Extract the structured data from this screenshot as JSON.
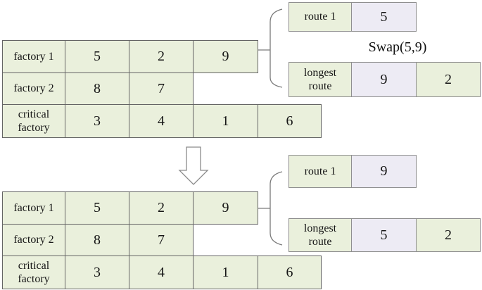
{
  "colors": {
    "cell_green": "#eaf0dc",
    "cell_lavender": "#edebf4",
    "table_border": "#646464",
    "route_box_border": "#8f8f8f",
    "connector_line": "#7a7a7a",
    "text": "#161616"
  },
  "before": {
    "table": {
      "rows": [
        {
          "label": "factory 1",
          "cells": [
            "5",
            "2",
            "9"
          ]
        },
        {
          "label": "factory 2",
          "cells": [
            "8",
            "7"
          ]
        },
        {
          "label": "critical factory",
          "cells": [
            "3",
            "4",
            "1",
            "6"
          ]
        }
      ]
    },
    "route1": {
      "label": "route 1",
      "value": "5"
    },
    "longest_route": {
      "label": "longest route",
      "value": "9",
      "second": "2"
    },
    "swap_label": "Swap(5,9)"
  },
  "after": {
    "table": {
      "rows": [
        {
          "label": "factory 1",
          "cells": [
            "5",
            "2",
            "9"
          ]
        },
        {
          "label": "factory 2",
          "cells": [
            "8",
            "7"
          ]
        },
        {
          "label": "critical factory",
          "cells": [
            "3",
            "4",
            "1",
            "6"
          ]
        }
      ]
    },
    "route1": {
      "label": "route 1",
      "value": "9"
    },
    "longest_route": {
      "label": "longest route",
      "value": "5",
      "second": "2"
    }
  }
}
